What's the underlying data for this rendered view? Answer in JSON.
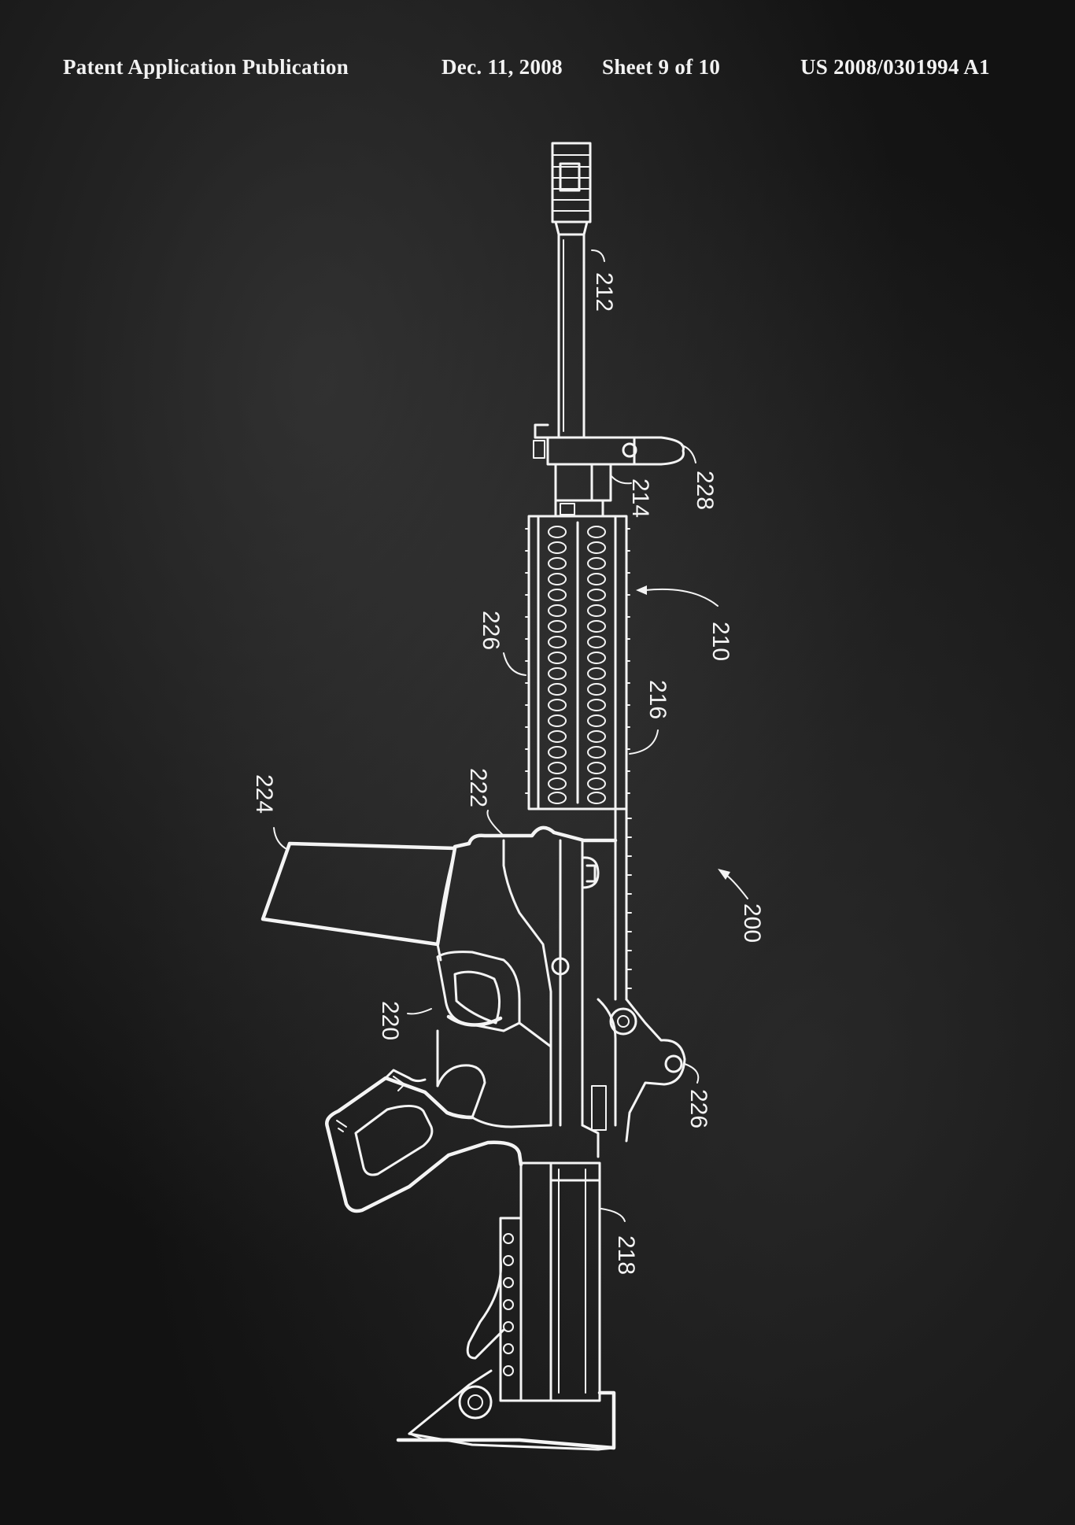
{
  "header": {
    "title": "Patent Application Publication",
    "date": "Dec. 11, 2008",
    "sheet": "Sheet 9 of 10",
    "number": "US 2008/0301994 A1"
  },
  "reference_numerals": {
    "r200": "200",
    "r210": "210",
    "r212": "212",
    "r214": "214",
    "r216": "216",
    "r218": "218",
    "r220": "220",
    "r222": "222",
    "r224": "224",
    "r226_upper": "226",
    "r226_lower": "226",
    "r228": "228"
  },
  "colors": {
    "background": "#121212",
    "line": "#f4f4f4"
  }
}
